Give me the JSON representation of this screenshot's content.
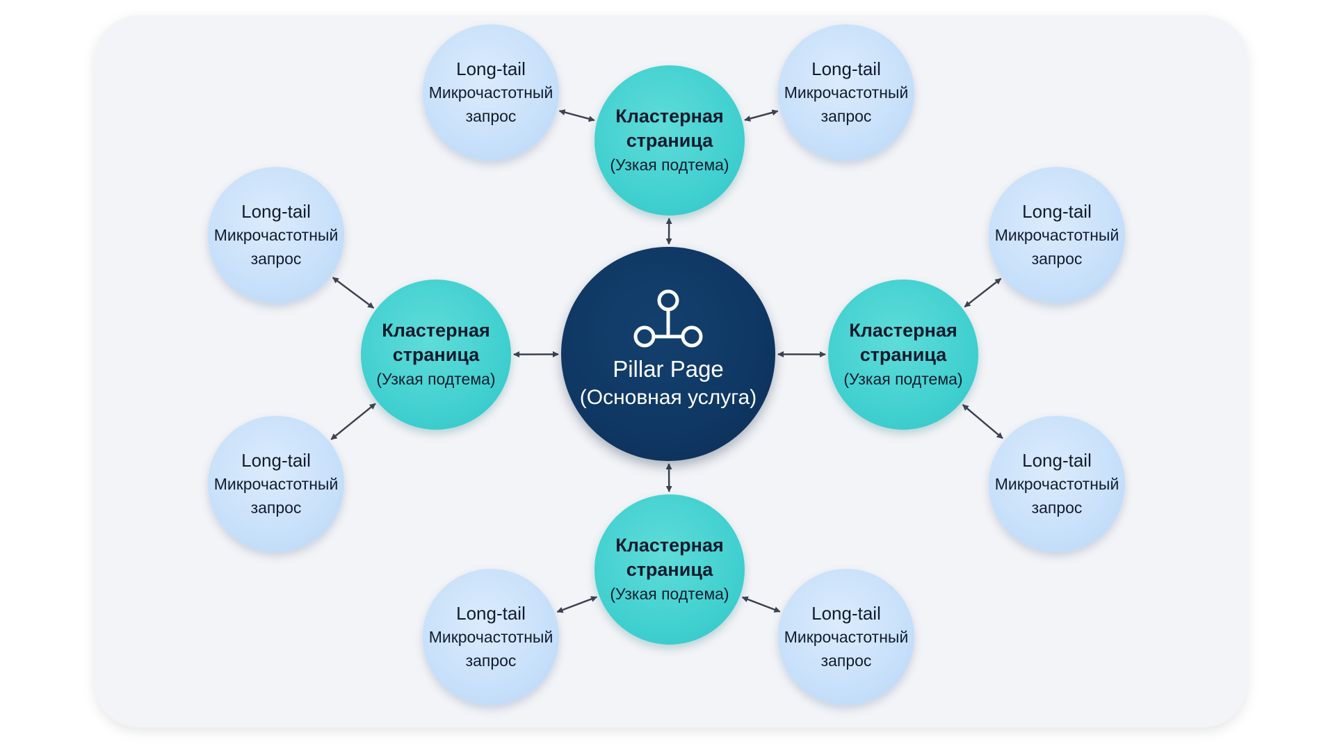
{
  "diagram": {
    "pillar": {
      "title": "Pillar Page",
      "subtitle": "(Основная услуга)",
      "icon": "hub-network-icon"
    },
    "cluster": {
      "line1": "Кластерная",
      "line2": "страница",
      "line3": "(Узкая подтема)"
    },
    "longtail": {
      "line1": "Long-tail",
      "line2": "Микрочастотный",
      "line3": "запрос"
    },
    "clusters": [
      "top",
      "left",
      "right",
      "bottom"
    ],
    "longtails_per_cluster": 2
  },
  "colors": {
    "card_background": "#f3f4f7",
    "pillar": "#0f3763",
    "cluster": "#3fcfcf",
    "longtail": "#c7e0fa",
    "connector": "#3c4250",
    "text_dark": "#111b2e",
    "text_light": "#ffffff"
  }
}
